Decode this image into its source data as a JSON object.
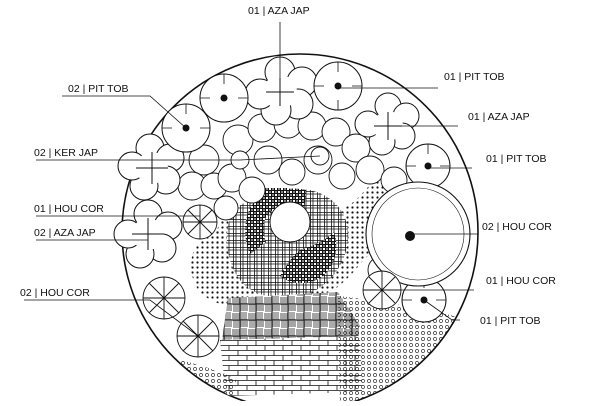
{
  "labels": {
    "aza_top": "01 | AZA JAP",
    "pit_top_right": "01 | PIT TOB",
    "pit_left": "02 | PIT TOB",
    "aza_right": "01 | AZA JAP",
    "ker": "02 | KER JAP",
    "pit_right": "01 | PIT TOB",
    "hou_cor_left": "01 | HOU COR",
    "hou_cor_big": "02 | HOU COR",
    "aza_left": "02 | AZA JAP",
    "hou_cor_right": "01 | HOU COR",
    "hou_cor_bottom_left": "02 | HOU COR",
    "pit_bottom": "01 | PIT TOB"
  },
  "colors": {
    "ink": "#111111",
    "paper": "#ffffff"
  }
}
